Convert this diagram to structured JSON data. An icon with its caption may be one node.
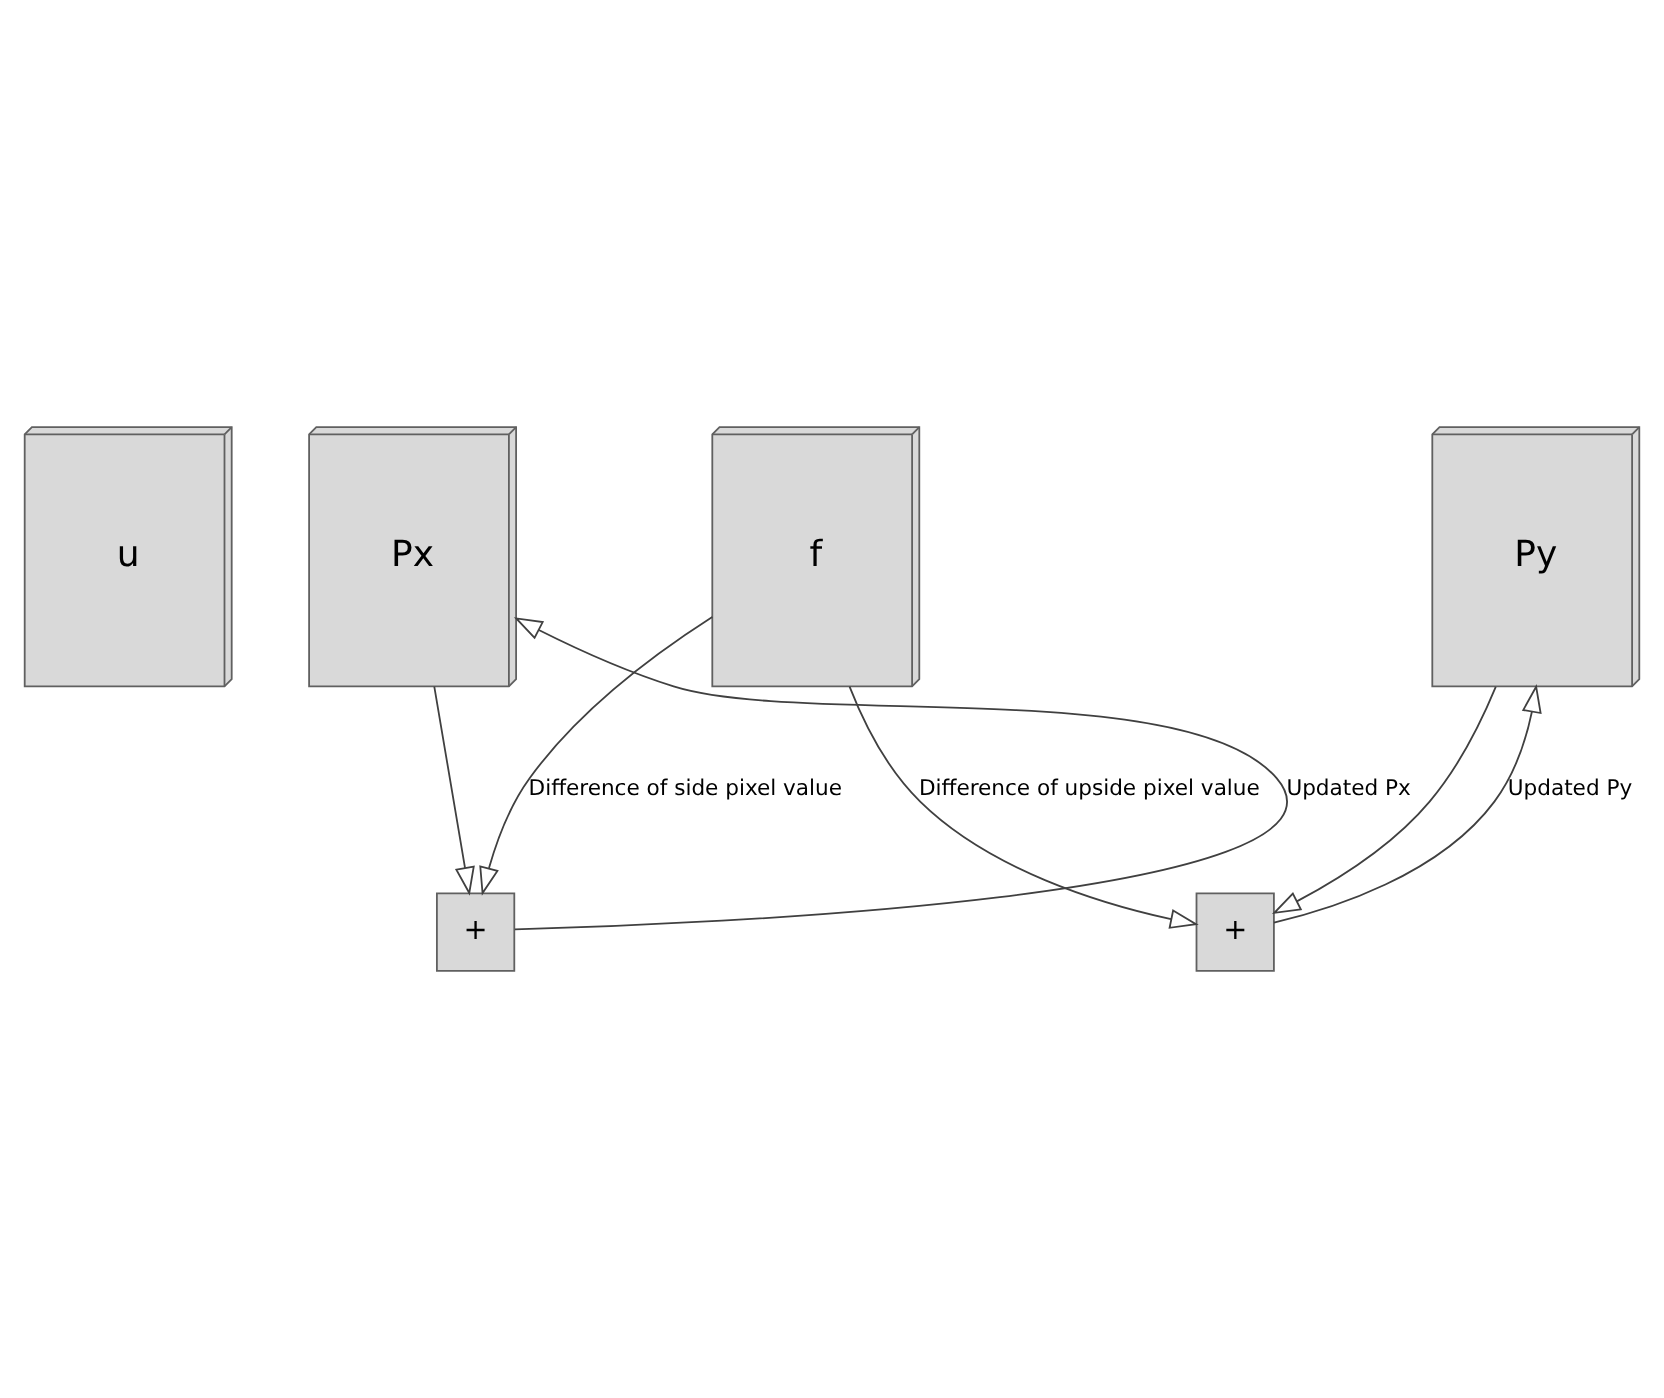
{
  "diagram": {
    "nodes": [
      {
        "text": [
          "u"
        ]
      },
      {
        "text": [
          "f"
        ]
      },
      {
        "text": [
          "Px"
        ]
      },
      {
        "text": [
          "Py"
        ]
      },
      {
        "text": [
          "+"
        ]
      },
      {
        "text": [
          "+"
        ]
      }
    ],
    "edges": [
      {
        "from": 2,
        "to": 4,
        "arrow": "to"
      },
      {
        "from": 4,
        "to": 2,
        "arrow": "to",
        "label": "Updated Px"
      },
      {
        "from": 1,
        "to": 4,
        "arrow": "to",
        "label": "Difference of side pixel value"
      },
      {
        "from": 3,
        "to": 5,
        "arrow": "to"
      },
      {
        "from": 5,
        "to": 3,
        "arrow": "to",
        "label": "Updated Py"
      },
      {
        "from": 1,
        "to": 5,
        "arrow": "to",
        "label": "Difference of upside pixel value"
      }
    ]
  }
}
